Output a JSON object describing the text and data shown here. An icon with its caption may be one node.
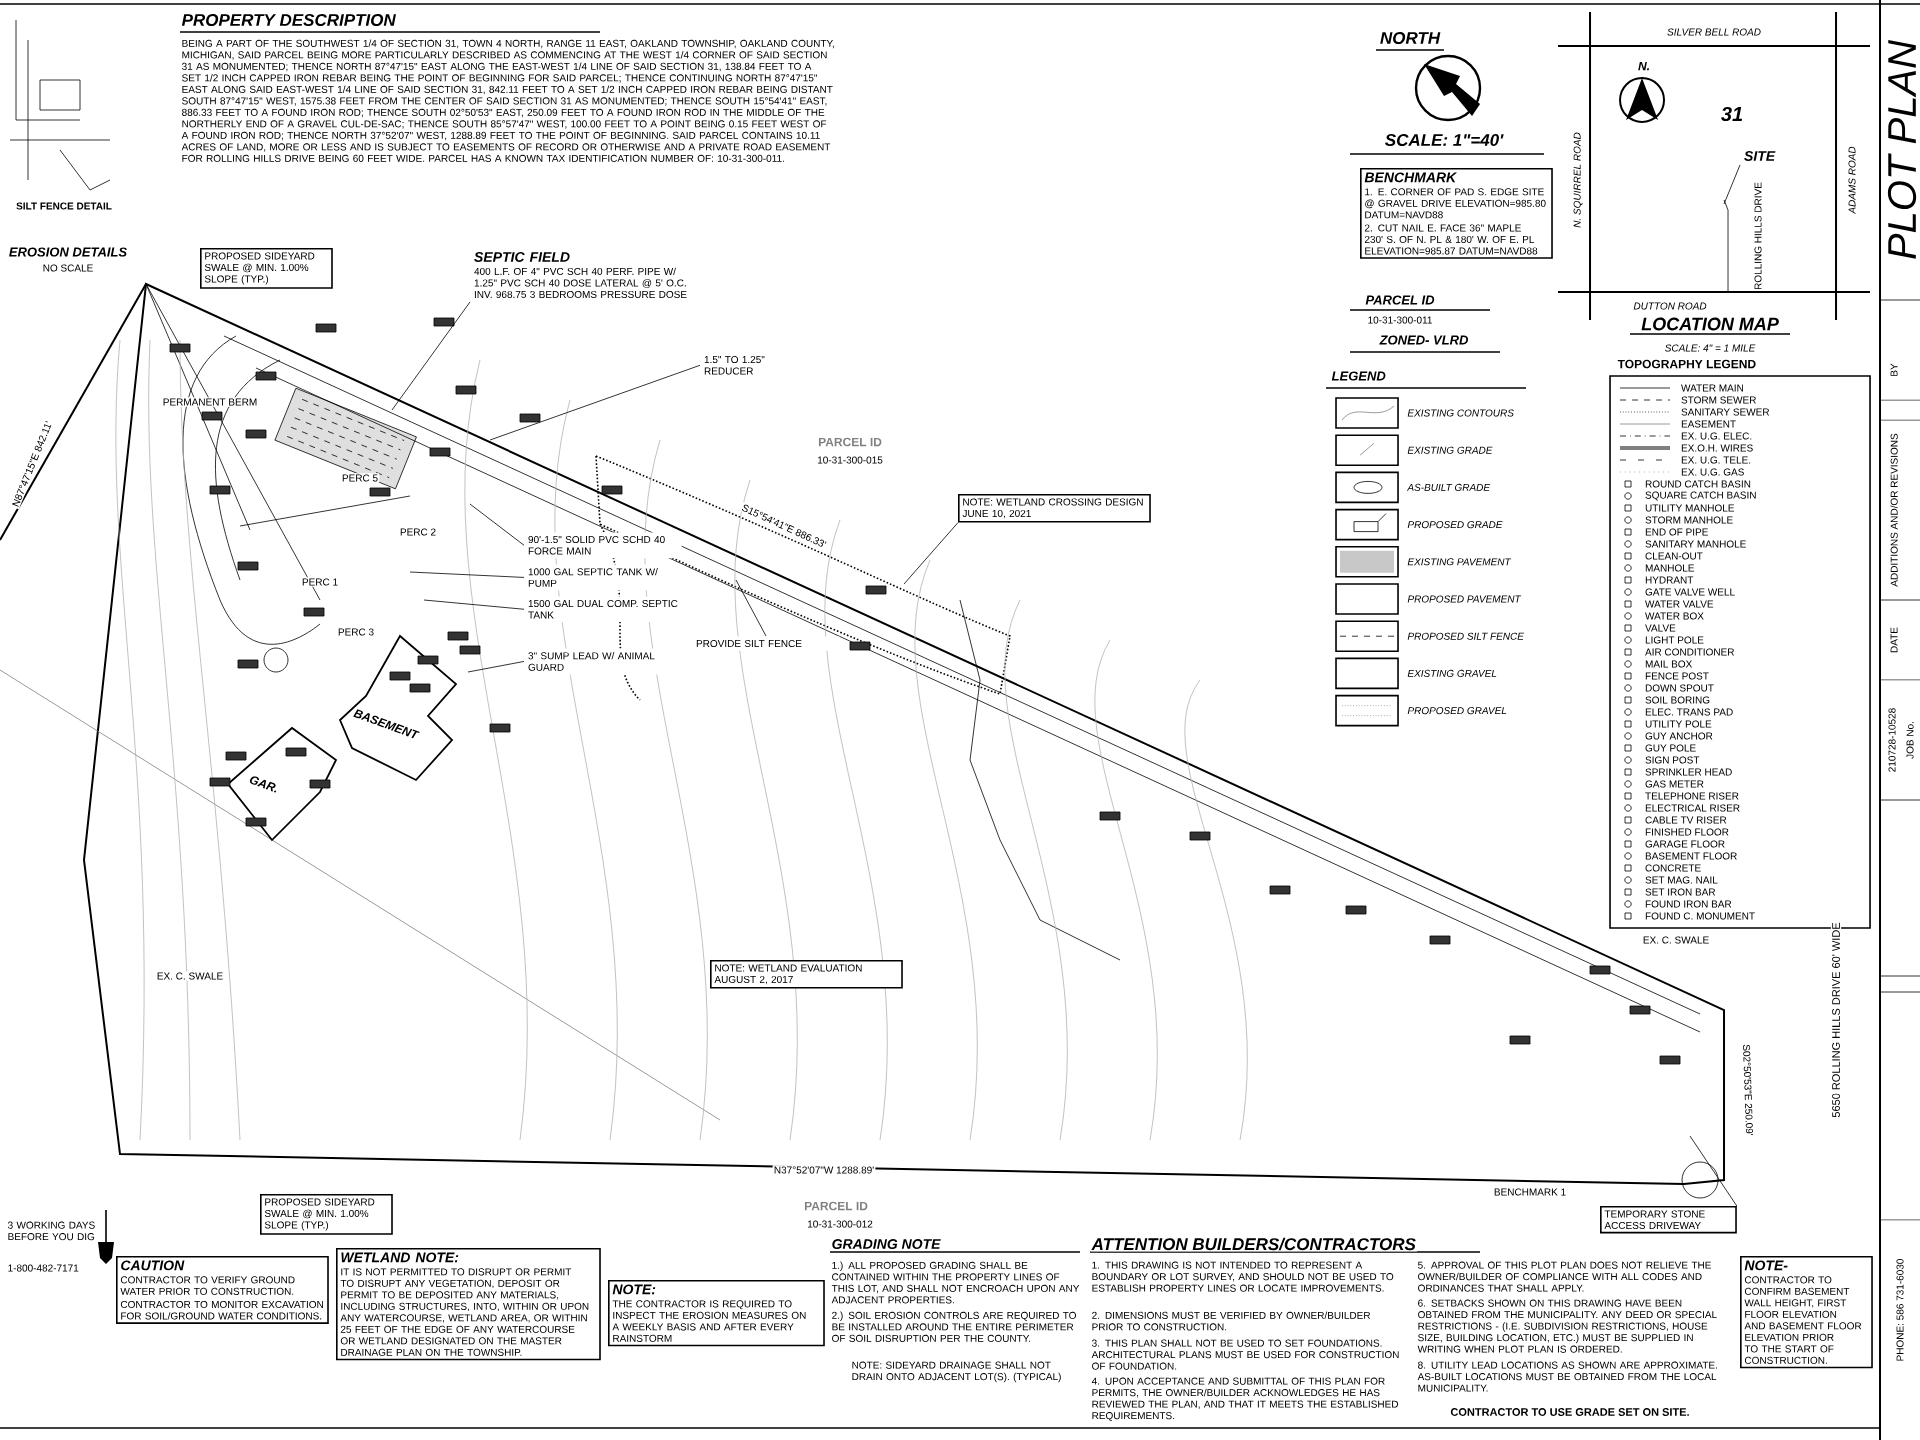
{
  "diagram": {
    "nodes": [
      {
        "text": [
          "BENCHMARK",
          "1. E. CORNER OF PAD S. EDGE SITE @ GRAVEL DRIVE ELEVATION=985.80 DATUM=NAVD88",
          "2. CUT NAIL E. FACE 36\" MAPLE 230' S. OF N. PL & 180' W. OF E. PL ELEVATION=985.87 DATUM=NAVD88"
        ]
      },
      {
        "text": [
          "PROPOSED SIDEYARD SWALE @ MIN. 1.00% SLOPE (TYP.)"
        ]
      },
      {
        "text": [
          "SEPTIC FIELD",
          "400 L.F. OF 4\" PVC SCH 40 PERF. PIPE W/ 1.25\" PVC SCH 40 DOSE LATERAL @ 5' O.C. INV. 968.75 3 BEDROOMS PRESSURE DOSE"
        ]
      },
      {
        "text": [
          "1.5\" TO 1.25\" REDUCER"
        ]
      },
      {
        "text": [
          "NOTE: WETLAND CROSSING DESIGN JUNE 10, 2021"
        ]
      },
      {
        "text": [
          "90'-1.5\" SOLID PVC SCHD 40 FORCE MAIN"
        ]
      },
      {
        "text": [
          "1000 GAL SEPTIC TANK W/ PUMP"
        ]
      },
      {
        "text": [
          "1500 GAL DUAL COMP. SEPTIC TANK"
        ]
      },
      {
        "text": [
          "PROVIDE SILT FENCE"
        ]
      },
      {
        "text": [
          "3\" SUMP LEAD W/ ANIMAL GUARD"
        ]
      },
      {
        "text": [
          "NOTE: WETLAND EVALUATION AUGUST 2, 2017"
        ]
      },
      {
        "text": [
          "SITE"
        ]
      },
      {
        "text": [
          "PROPOSED SIDEYARD SWALE @ MIN. 1.00% SLOPE (TYP.)"
        ]
      },
      {
        "text": [
          "TEMPORARY STONE ACCESS DRIVEWAY"
        ]
      },
      {
        "text": [
          "CAUTION",
          "CONTRACTOR TO VERIFY GROUND WATER PRIOR TO CONSTRUCTION.",
          "CONTRACTOR TO MONITOR EXCAVATION FOR SOIL/GROUND WATER CONDITIONS."
        ]
      },
      {
        "text": [
          "WETLAND NOTE:",
          "IT IS NOT PERMITTED TO DISRUPT OR PERMIT TO DISRUPT ANY VEGETATION, DEPOSIT OR PERMIT TO BE DEPOSITED ANY MATERIALS, INCLUDING STRUCTURES, INTO, WITHIN OR UPON ANY WATERCOURSE, WETLAND AREA, OR WITHIN 25 FEET OF THE EDGE OF ANY WATERCOURSE OR WETLAND DESIGNATED ON THE MASTER DRAINAGE PLAN ON THE TOWNSHIP."
        ]
      },
      {
        "text": [
          "NOTE:",
          "THE CONTRACTOR IS REQUIRED TO INSPECT THE EROSION MEASURES ON A WEEKLY BASIS AND AFTER EVERY RAINSTORM"
        ]
      },
      {
        "text": [
          "NOTE-",
          "CONTRACTOR TO CONFIRM BASEMENT WALL HEIGHT, FIRST FLOOR ELEVATION AND BASEMENT FLOOR ELEVATION PRIOR TO THE START OF CONSTRUCTION."
        ]
      }
    ],
    "edges": [
      {
        "from": 2,
        "to": null,
        "arrow": "none"
      },
      {
        "from": 3,
        "to": null,
        "arrow": "none"
      },
      {
        "from": 5,
        "to": null,
        "arrow": "none"
      },
      {
        "from": 6,
        "to": null,
        "arrow": "none"
      },
      {
        "from": 7,
        "to": null,
        "arrow": "none"
      },
      {
        "from": 8,
        "to": null,
        "arrow": "none"
      },
      {
        "from": 9,
        "to": null,
        "arrow": "none"
      },
      {
        "from": 4,
        "to": null,
        "arrow": "none"
      },
      {
        "from": 11,
        "to": null,
        "arrow": "none"
      },
      {
        "from": 13,
        "to": null,
        "arrow": "none"
      }
    ],
    "labels": [
      "PROPERTY DESCRIPTION",
      "BEING A PART OF THE SOUTHWEST 1/4 OF SECTION 31, TOWN 4 NORTH, RANGE 11 EAST, OAKLAND TOWNSHIP, OAKLAND COUNTY, MICHIGAN, SAID PARCEL BEING MORE PARTICULARLY DESCRIBED AS COMMENCING AT THE WEST 1/4 CORNER OF SAID SECTION 31 AS MONUMENTED; THENCE NORTH 87°47'15\" EAST ALONG THE EAST-WEST 1/4 LINE OF SAID SECTION 31, 138.84 FEET TO A SET 1/2 INCH CAPPED IRON REBAR BEING THE POINT OF BEGINNING FOR SAID PARCEL; THENCE CONTINUING NORTH 87°47'15\" EAST ALONG SAID EAST-WEST 1/4 LINE OF SAID SECTION 31, 842.11 FEET TO A SET 1/2 INCH CAPPED IRON REBAR BEING DISTANT SOUTH 87°47'15\" WEST, 1575.38 FEET FROM THE CENTER OF SAID SECTION 31 AS MONUMENTED; THENCE SOUTH 15°54'41\" EAST, 886.33 FEET TO A FOUND IRON ROD; THENCE SOUTH 02°50'53\" EAST, 250.09 FEET TO A FOUND IRON ROD IN THE MIDDLE OF THE NORTHERLY END OF A GRAVEL CUL-DE-SAC; THENCE SOUTH 85°57'47\" WEST, 100.00 FEET TO A POINT BEING 0.15 FEET WEST OF A FOUND IRON ROD; THENCE NORTH 37°52'07\" WEST, 1288.89 FEET TO THE POINT OF BEGINNING. SAID PARCEL CONTAINS 10.11 ACRES OF LAND, MORE OR LESS AND IS SUBJECT TO EASEMENTS OF RECORD OR OTHERWISE AND A PRIVATE ROAD EASEMENT FOR ROLLING HILLS DRIVE BEING 60 FEET WIDE. PARCEL HAS A KNOWN TAX IDENTIFICATION NUMBER OF: 10-31-300-011.",
      "NORTH",
      "SCALE: 1\"=40'",
      "PARCEL ID",
      "10-31-300-011",
      "ZONED- VLRD",
      "SILVER BELL ROAD",
      "N. SQUIRREL ROAD",
      "ADAMS ROAD",
      "DUTTON ROAD",
      "N.",
      "31",
      "ROLLING HILLS DRIVE",
      "LOCATION MAP",
      "SCALE: 4\" = 1 MILE",
      "LEGEND",
      "TOPOGRAPHY LEGEND",
      "PLOT PLAN",
      "BY",
      "ADDITIONS AND/OR REVISIONS",
      "DATE",
      "210728-10528",
      "JOB No.",
      "PHONE: 586 731-6030",
      "SILT FENCE DETAIL",
      "EROSION DETAILS",
      "NO SCALE",
      "PERMANENT BERM",
      "PERC 5",
      "PERC 2",
      "PERC 1",
      "PERC 3",
      "BASEMENT",
      "GAR.",
      "S15°54'41\"E 886.33'",
      "PARCEL ID",
      "10-31-300-015",
      "N87°47'15\"E 842.11'",
      "N37°52'07\"W 1288.89'",
      "PARCEL ID",
      "10-31-300-012",
      "S02°50'53\"E 250.09'",
      "5650 ROLLING HILLS DRIVE 60' WIDE",
      "EX. C. SWALE",
      "EX. C. SWALE",
      "BENCHMARK 1",
      "3 WORKING DAYS BEFORE YOU DIG",
      "1-800-482-7171",
      "GRADING NOTE",
      "1.) ALL PROPOSED GRADING SHALL BE CONTAINED WITHIN THE PROPERTY LINES OF THIS LOT, AND SHALL NOT ENCROACH UPON ANY ADJACENT PROPERTIES.",
      "2.) SOIL EROSION CONTROLS ARE REQUIRED TO BE INSTALLED AROUND THE ENTIRE PERIMETER OF SOIL DISRUPTION PER THE COUNTY.",
      "NOTE: SIDEYARD DRAINAGE SHALL NOT DRAIN ONTO ADJACENT LOT(S). (TYPICAL)",
      "ATTENTION BUILDERS/CONTRACTORS",
      "1. THIS DRAWING IS NOT INTENDED TO REPRESENT A BOUNDARY OR LOT SURVEY, AND SHOULD NOT BE USED TO ESTABLISH PROPERTY LINES OR LOCATE IMPROVEMENTS.",
      "2. DIMENSIONS MUST BE VERIFIED BY OWNER/BUILDER PRIOR TO CONSTRUCTION.",
      "3. THIS PLAN SHALL NOT BE USED TO SET FOUNDATIONS. ARCHITECTURAL PLANS MUST BE USED FOR CONSTRUCTION OF FOUNDATION.",
      "4. UPON ACCEPTANCE AND SUBMITTAL OF THIS PLAN FOR PERMITS, THE OWNER/BUILDER ACKNOWLEDGES HE HAS REVIEWED THE PLAN, AND THAT IT MEETS THE ESTABLISHED REQUIREMENTS.",
      "5. APPROVAL OF THIS PLOT PLAN DOES NOT RELIEVE THE OWNER/BUILDER OF COMPLIANCE WITH ALL CODES AND ORDINANCES THAT SHALL APPLY.",
      "6. SETBACKS SHOWN ON THIS DRAWING HAVE BEEN OBTAINED FROM THE MUNICIPALITY. ANY DEED OR SPECIAL RESTRICTIONS - (I.E. SUBDIVISION RESTRICTIONS, HOUSE SIZE, BUILDING LOCATION, ETC.) MUST BE SUPPLIED IN WRITING WHEN PLOT PLAN IS ORDERED.",
      "8. UTILITY LEAD LOCATIONS AS SHOWN ARE APPROXIMATE. AS-BUILT LOCATIONS MUST BE OBTAINED FROM THE LOCAL MUNICIPALITY.",
      "CONTRACTOR TO USE GRADE SET ON SITE."
    ],
    "legend": [
      {
        "text": "EXISTING CONTOURS"
      },
      {
        "text": "EXISTING GRADE"
      },
      {
        "text": "AS-BUILT GRADE"
      },
      {
        "text": "PROPOSED GRADE"
      },
      {
        "text": "EXISTING PAVEMENT",
        "color": "#c8c8c8"
      },
      {
        "text": "PROPOSED PAVEMENT"
      },
      {
        "text": "PROPOSED SILT FENCE"
      },
      {
        "text": "EXISTING GRAVEL"
      },
      {
        "text": "PROPOSED GRAVEL"
      },
      {
        "text": "WATER MAIN"
      },
      {
        "text": "STORM SEWER"
      },
      {
        "text": "SANITARY SEWER"
      },
      {
        "text": "EASEMENT"
      },
      {
        "text": "EX. U.G. ELEC."
      },
      {
        "text": "EX.O.H. WIRES"
      },
      {
        "text": "EX. U.G. TELE."
      },
      {
        "text": "EX. U.G. GAS"
      },
      {
        "text": "ROUND CATCH BASIN"
      },
      {
        "text": "SQUARE CATCH BASIN"
      },
      {
        "text": "UTILITY MANHOLE"
      },
      {
        "text": "STORM MANHOLE"
      },
      {
        "text": "END OF PIPE"
      },
      {
        "text": "SANITARY MANHOLE"
      },
      {
        "text": "CLEAN-OUT"
      },
      {
        "text": "MANHOLE"
      },
      {
        "text": "HYDRANT"
      },
      {
        "text": "GATE VALVE WELL"
      },
      {
        "text": "WATER VALVE"
      },
      {
        "text": "WATER BOX"
      },
      {
        "text": "VALVE"
      },
      {
        "text": "LIGHT POLE"
      },
      {
        "text": "AIR CONDITIONER"
      },
      {
        "text": "MAIL BOX"
      },
      {
        "text": "FENCE POST"
      },
      {
        "text": "DOWN SPOUT"
      },
      {
        "text": "SOIL BORING"
      },
      {
        "text": "ELEC. TRANS PAD"
      },
      {
        "text": "UTILITY POLE"
      },
      {
        "text": "GUY ANCHOR"
      },
      {
        "text": "GUY POLE"
      },
      {
        "text": "SIGN POST"
      },
      {
        "text": "SPRINKLER HEAD"
      },
      {
        "text": "GAS METER"
      },
      {
        "text": "TELEPHONE RISER"
      },
      {
        "text": "ELECTRICAL RISER"
      },
      {
        "text": "CABLE TV RISER"
      },
      {
        "text": "FINISHED FLOOR"
      },
      {
        "text": "GARAGE FLOOR"
      },
      {
        "text": "BASEMENT FLOOR"
      },
      {
        "text": "CONCRETE"
      },
      {
        "text": "SET MAG. NAIL"
      },
      {
        "text": "SET IRON BAR"
      },
      {
        "text": "FOUND IRON BAR"
      },
      {
        "text": "FOUND C. MONUMENT"
      }
    ]
  }
}
